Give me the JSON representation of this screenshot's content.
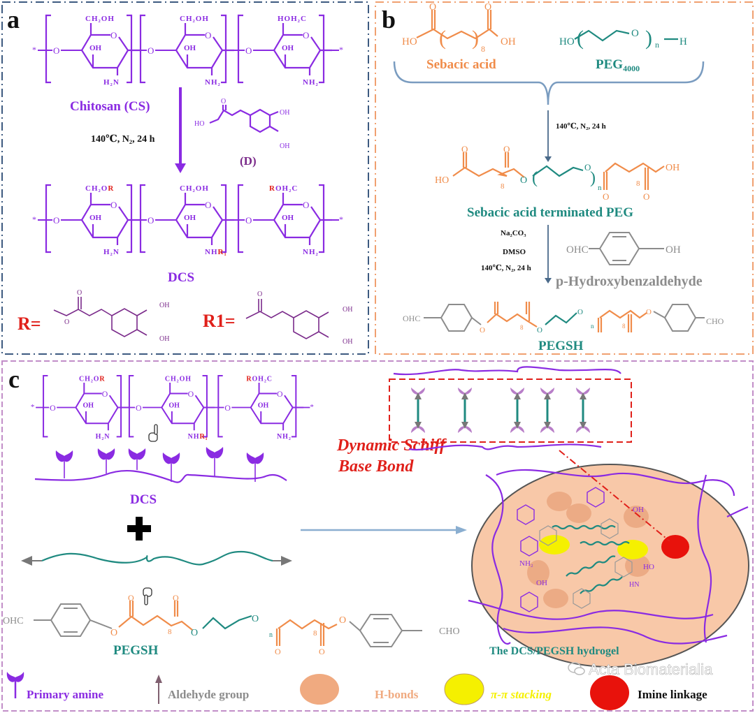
{
  "panel_a": {
    "label": "a",
    "cs_row": [
      {
        "top": [
          {
            "text": "CH₂OH"
          }
        ],
        "oh": "OH",
        "amine": "H₂N",
        "ring_o": "O",
        "link_o": "O"
      },
      {
        "top": [
          {
            "text": "CH₂OH"
          }
        ],
        "oh": "OH",
        "amine": "NH₂",
        "ring_o": "O",
        "link_o": "O"
      },
      {
        "top": [
          {
            "text": "HOH₂C"
          }
        ],
        "oh": "OH",
        "amine": "NH₂",
        "ring_o": "O",
        "link_o": "O"
      }
    ],
    "dcs_row": [
      {
        "top": [
          {
            "text": "CH₂O"
          },
          {
            "text": "R",
            "red": true
          }
        ],
        "oh": "OH",
        "amine": "H₂N",
        "ring_o": "O",
        "link_o": "O"
      },
      {
        "top": [
          {
            "text": "CH₂OH"
          }
        ],
        "oh": "OH",
        "amine": "NH",
        "amine_r": "R₁",
        "ring_o": "O",
        "link_o": "O"
      },
      {
        "top": [
          {
            "text": "R",
            "red": true
          },
          {
            "text": "OH₂C"
          }
        ],
        "oh": "OH",
        "amine": "NH₂",
        "ring_o": "O",
        "link_o": "O"
      }
    ],
    "chitosan_label": "Chitosan (CS)",
    "condition": "140℃, N₂, 24 h",
    "reagent": {
      "label": "(D)",
      "ho": "HO",
      "o": "O",
      "oh1": "OH",
      "oh2": "OH"
    },
    "dcs_label": "DCS",
    "r_label": "R=",
    "r1_label": "R1=",
    "r_struct": {
      "o_top": "O",
      "o_ester": "O",
      "oh1": "OH",
      "oh2": "OH"
    },
    "r1_struct": {
      "o_top": "O",
      "oh1": "OH",
      "oh2": "OH"
    }
  },
  "panel_b": {
    "label": "b",
    "sebacic": {
      "ho": "HO",
      "oh": "OH",
      "o1": "O",
      "o2": "O",
      "n": "8",
      "label": "Sebacic acid"
    },
    "peg": {
      "ho": "HO",
      "o": "O",
      "n": "n",
      "h": "H",
      "label": "PEG",
      "label_sub": "4000"
    },
    "condition1": "140℃, N₂, 24 h",
    "intermediate": {
      "ho": "HO",
      "oh": "OH",
      "o": "O",
      "n8": "8",
      "n": "n",
      "label": "Sebacic acid terminated PEG"
    },
    "reagents": [
      "Na₂CO₃",
      "DMSO",
      "140℃, N₂, 24 h"
    ],
    "hba": {
      "ohc": "OHC",
      "oh": "OH",
      "label": "p-Hydroxybenzaldehyde"
    },
    "product": {
      "ohc": "OHC",
      "cho": "CHO",
      "o": "O",
      "n8": "8",
      "n": "n",
      "label": "PEGSH"
    }
  },
  "panel_c": {
    "label": "c",
    "dcs_row": [
      {
        "top": [
          {
            "text": "CH₂O"
          },
          {
            "text": "R",
            "red": true
          }
        ],
        "oh": "OH",
        "amine": "H₂N",
        "ring_o": "O",
        "link_o": "O"
      },
      {
        "top": [
          {
            "text": "CH₂OH"
          }
        ],
        "oh": "OH",
        "amine": "NH",
        "amine_r": "R₁",
        "ring_o": "O",
        "link_o": "O"
      },
      {
        "top": [
          {
            "text": "R",
            "red": true
          },
          {
            "text": "OH₂C"
          }
        ],
        "oh": "OH",
        "amine": "NH₂",
        "ring_o": "O",
        "link_o": "O"
      }
    ],
    "dcs_label": "DCS",
    "pegsh": {
      "ohc": "OHC",
      "cho": "CHO",
      "o": "O",
      "n8": "8",
      "n": "n",
      "label": "PEGSH"
    },
    "schiff_line1": "Dynamic Schiff",
    "schiff_line2": "Base Bond",
    "hydrogel": {
      "label": "The DCS/PEGSH hydrogel",
      "nh2": "NH₂",
      "oh": "OH",
      "ho": "HO",
      "hn": "HN"
    },
    "legend": [
      {
        "label": "Primary amine",
        "color": "#8a2be2",
        "icon": "primary-amine-icon"
      },
      {
        "label": "Aldehyde group",
        "color": "#8c8c8c",
        "icon": "arrow-up-icon"
      },
      {
        "label": "H-bonds",
        "color": "#f0aa80",
        "icon": "circle-icon"
      },
      {
        "label": "π-π stacking",
        "color": "#f5f000",
        "icon": "circle-icon"
      },
      {
        "label": "Imine linkage",
        "color": "#e8120c",
        "icon": "circle-icon"
      }
    ],
    "watermark": "Acta Biomaterialia"
  }
}
